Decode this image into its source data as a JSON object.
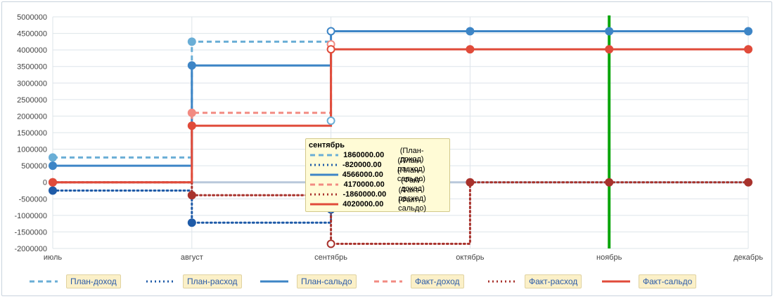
{
  "chart_data": {
    "type": "line",
    "categories": [
      "июль",
      "август",
      "сентябрь",
      "октябрь",
      "ноябрь",
      "декабрь"
    ],
    "yticks": [
      "5000000",
      "4500000",
      "4000000",
      "3500000",
      "3000000",
      "2500000",
      "2000000",
      "1500000",
      "1000000",
      "500000",
      "0",
      "-500000",
      "-1000000",
      "-1500000",
      "-2000000"
    ],
    "ylim": [
      -2000000,
      5000000
    ],
    "grid": true,
    "current_category": "ноябрь",
    "series": [
      {
        "name": "План-доход",
        "color": "#6aaed6",
        "style": "dashed",
        "values": [
          750000,
          4250000,
          1860000,
          null,
          null,
          null
        ]
      },
      {
        "name": "План-расход",
        "color": "#1f5ba8",
        "style": "dotted",
        "values": [
          -250000,
          -1220000,
          -820000,
          null,
          null,
          null
        ]
      },
      {
        "name": "План-сальдо",
        "color": "#3d85c6",
        "style": "solid",
        "values": [
          500000,
          3530000,
          4566000,
          4566000,
          4566000,
          4566000
        ]
      },
      {
        "name": "Факт-доход",
        "color": "#f28b82",
        "style": "dashed",
        "values": [
          0,
          2100000,
          4170000,
          null,
          null,
          null
        ]
      },
      {
        "name": "Факт-расход",
        "color": "#a8322c",
        "style": "dotted",
        "values": [
          0,
          -390000,
          -1860000,
          0,
          0,
          0
        ]
      },
      {
        "name": "Факт-сальдо",
        "color": "#e04b3a",
        "style": "solid",
        "values": [
          0,
          1710000,
          4020000,
          4020000,
          4020000,
          4020000
        ]
      }
    ]
  },
  "tooltip": {
    "title": "сентябрь",
    "rows": [
      {
        "value": "1860000.00",
        "name": "(План-доход)"
      },
      {
        "value": "-820000.00",
        "name": "(План-расход)"
      },
      {
        "value": "4566000.00",
        "name": "(План-сальдо)"
      },
      {
        "value": "4170000.00",
        "name": "(Факт-доход)"
      },
      {
        "value": "-1860000.00",
        "name": "(Факт-расход)"
      },
      {
        "value": "4020000.00",
        "name": "(Факт-сальдо)"
      }
    ]
  }
}
